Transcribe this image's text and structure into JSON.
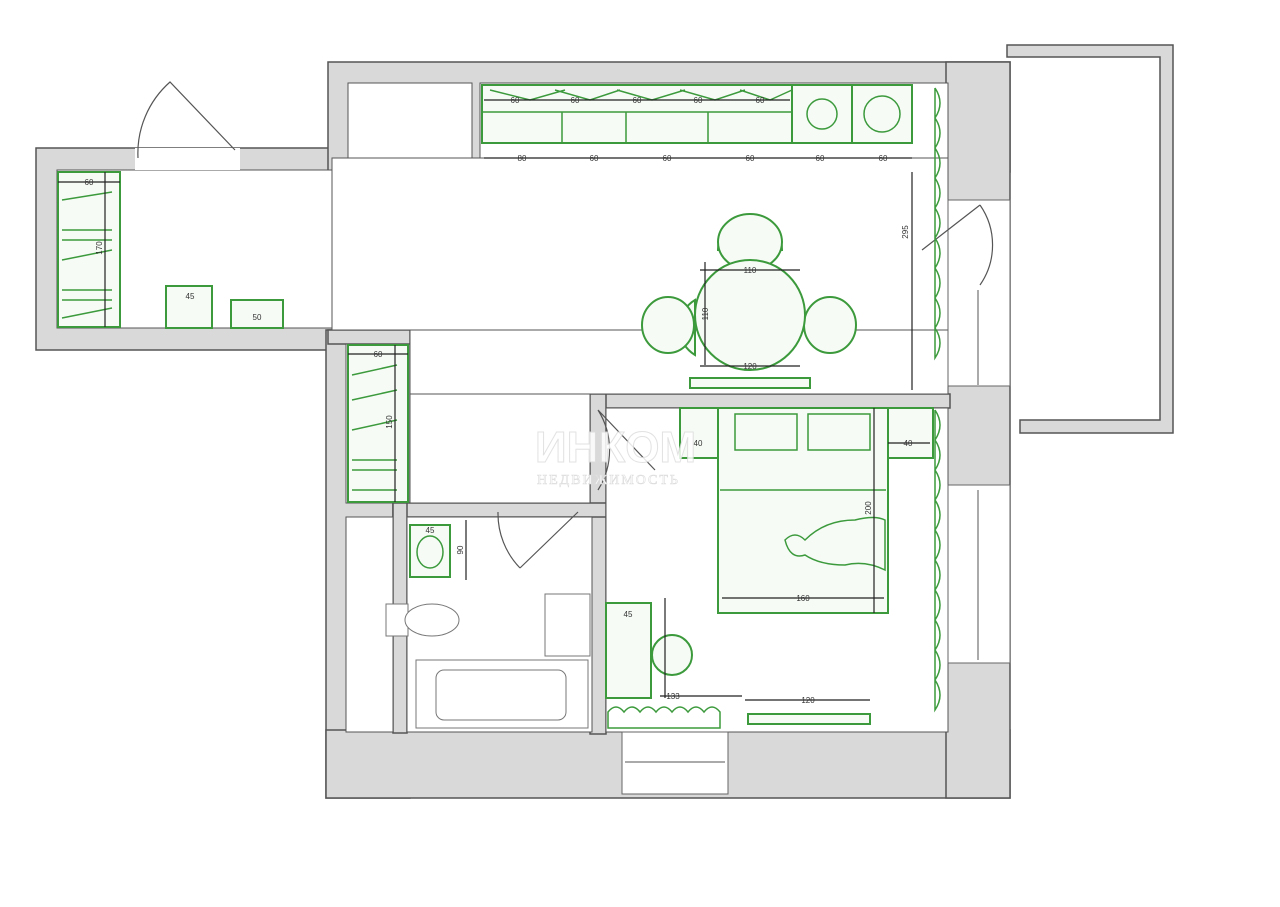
{
  "watermark": {
    "brand": "ИНКОМ",
    "subtitle": "НЕДВИЖИМОСТЬ"
  },
  "dimensions": {
    "kitchen_top": [
      "60",
      "60",
      "60",
      "60",
      "60"
    ],
    "kitchen_bottom": [
      "80",
      "60",
      "60",
      "60",
      "60",
      "60"
    ],
    "kitchen_wall": "295",
    "table_width": "110",
    "table_depth": "110",
    "table_bottom": "120",
    "hall_wardrobe_depth": "60",
    "hall_wardrobe_length": "170",
    "pouf": "45",
    "bench": "50",
    "wardrobe2_depth": "60",
    "wardrobe2_length": "150",
    "sink_width": "45",
    "sink_depth": "90",
    "bed_width": "160",
    "bed_length": "200",
    "nightstand_left": "40",
    "nightstand_right": "40",
    "desk_depth": "45",
    "desk_gap": "133",
    "dresser": "120"
  },
  "colors": {
    "furniture": "#3c9a3c",
    "wall": "#d9d9d9"
  }
}
